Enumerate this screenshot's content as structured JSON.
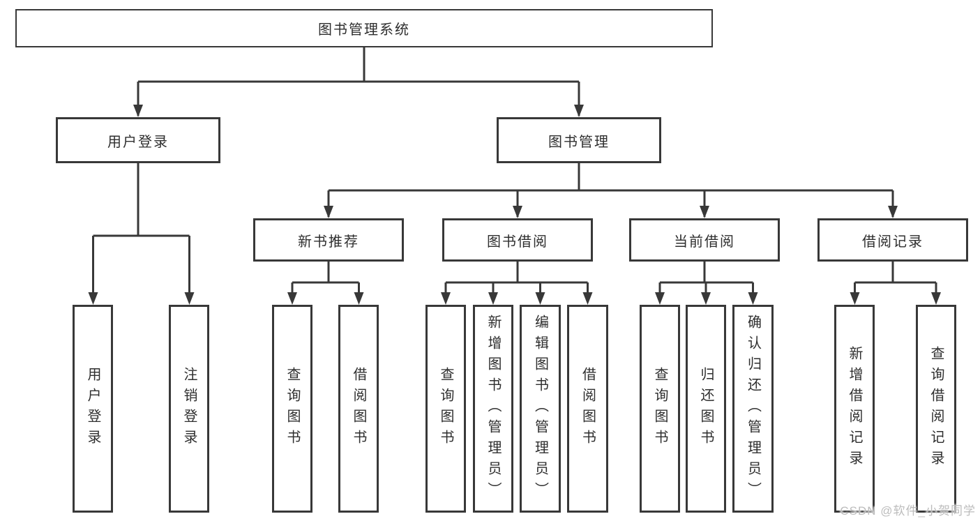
{
  "diagram": {
    "title": "图书管理系统",
    "branches": [
      {
        "label": "用户登录",
        "leaves": [
          "用户登录",
          "注销登录"
        ]
      },
      {
        "label": "图书管理",
        "children": [
          {
            "label": "新书推荐",
            "leaves": [
              "查询图书",
              "借阅图书"
            ]
          },
          {
            "label": "图书借阅",
            "leaves": [
              "查询图书",
              "新增图书（管理员）",
              "编辑图书（管理员）",
              "借阅图书"
            ]
          },
          {
            "label": "当前借阅",
            "leaves": [
              "查询图书",
              "归还图书",
              "确认归还（管理员）"
            ]
          },
          {
            "label": "借阅记录",
            "leaves": [
              "新增借阅记录",
              "查询借阅记录"
            ]
          }
        ]
      }
    ]
  },
  "watermark": "CSDN @软件_小贺同学",
  "colors": {
    "line": "#383838",
    "text": "#2e2e2e",
    "watermark": "#bcbcbc"
  }
}
